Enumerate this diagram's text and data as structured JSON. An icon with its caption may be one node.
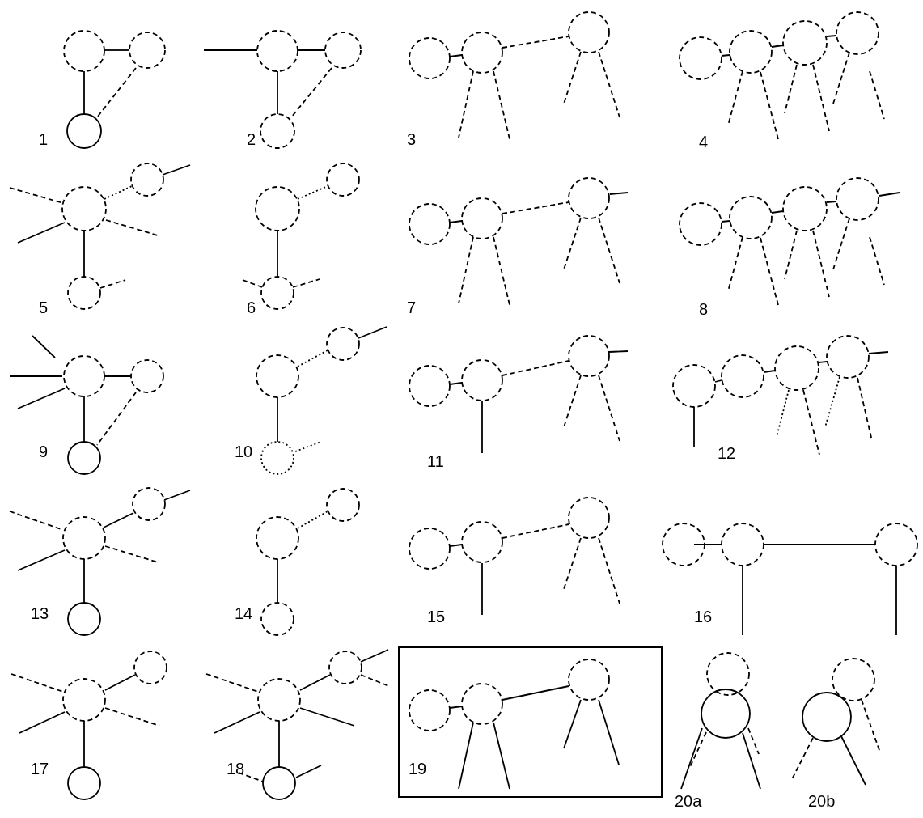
{
  "diagram": {
    "labels": [
      "1",
      "2",
      "3",
      "4",
      "5",
      "6",
      "7",
      "8",
      "9",
      "10",
      "11",
      "12",
      "13",
      "14",
      "15",
      "16",
      "17",
      "18",
      "19",
      "20a",
      "20b"
    ]
  }
}
